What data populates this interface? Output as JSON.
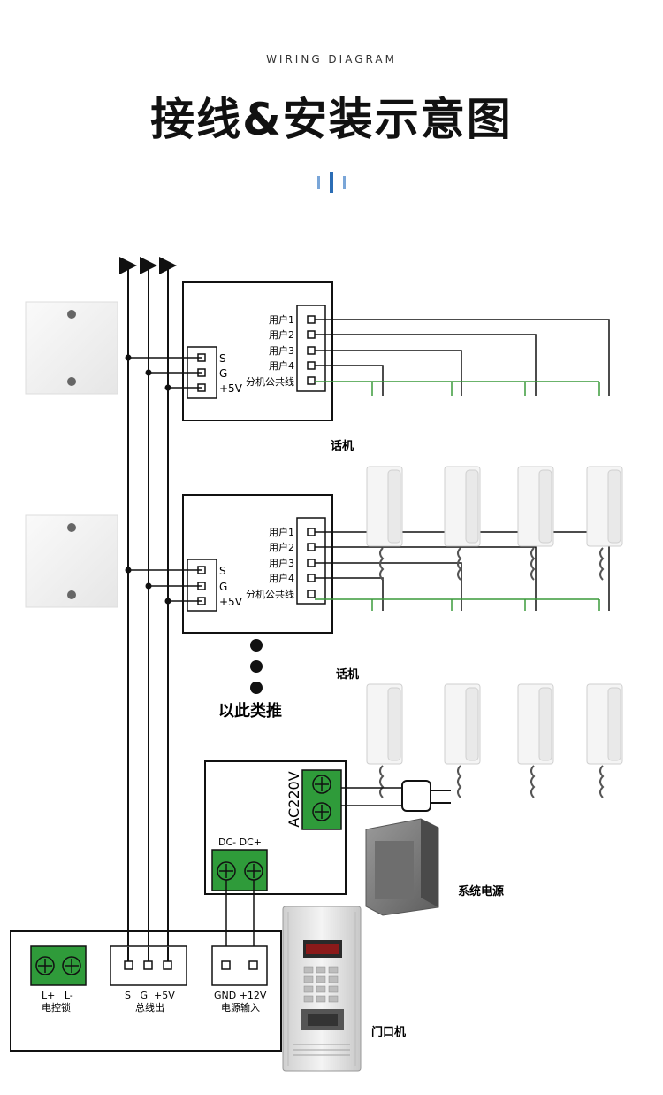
{
  "header": {
    "subtitle": "WIRING DIAGRAM",
    "title": "接线&安装示意图"
  },
  "decoder": {
    "bus_pins": [
      "S",
      "G",
      "+5V"
    ],
    "user_pins": [
      "用户1",
      "用户2",
      "用户3",
      "用户4",
      "分机公共线"
    ]
  },
  "labels": {
    "handset_1": "话机",
    "handset_2": "话机",
    "etc": "以此类推",
    "power_supply": "系统电源",
    "door_unit": "门口机"
  },
  "power": {
    "ac_label": "AC220V",
    "dc_label": "DC- DC+"
  },
  "door_unit_terminals": {
    "lock_pins": "L+   L-",
    "lock_name": "电控锁",
    "bus_pins": "S   G  +5V",
    "bus_name": "总线出",
    "power_pins": "GND +12V",
    "power_name": "电源输入"
  },
  "colors": {
    "wire": "#111111",
    "common_wire": "#3a9a3a",
    "terminal_green": "#2f9b3a"
  }
}
